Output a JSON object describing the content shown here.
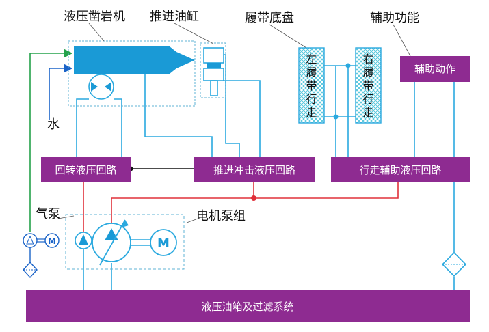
{
  "labels": {
    "rock_drill": "液压凿岩机",
    "feed_cylinder": "推进油缸",
    "track_chassis": "履带底盘",
    "aux_function": "辅助功能",
    "water": "水",
    "air_pump": "气泵",
    "motor_pump_group": "电机泵组",
    "motor_symbol": "M"
  },
  "boxes": {
    "rotation_circuit": "回转液压回路",
    "feed_impact_circuit": "推进冲击液压回路",
    "travel_aux_circuit": "行走辅助液压回路",
    "aux_action": "辅助动作",
    "tank_filter": "液压油箱及过滤系统",
    "left_track": "左履带行走",
    "right_track": "右履带行走"
  },
  "colors": {
    "purple": "#8e2b91",
    "blue": "#1a9ad6",
    "hydraulic_line": "#2aa9df",
    "pressure_line": "#e0303a",
    "air_line": "#24a24a",
    "water_line": "#1a63c8",
    "dash": "#5fb3d6",
    "hatch": "#54c6dc"
  }
}
